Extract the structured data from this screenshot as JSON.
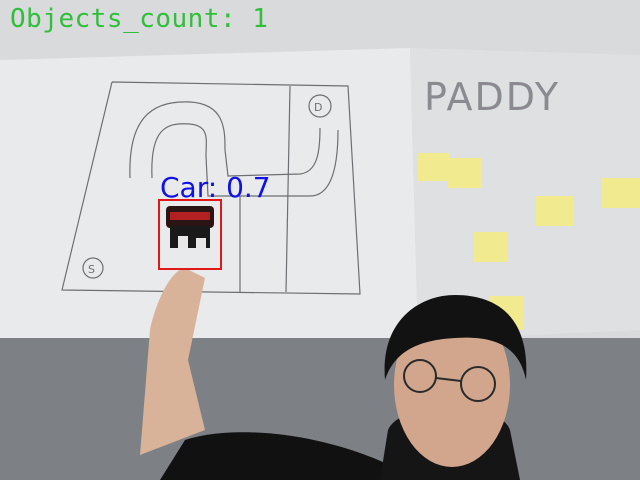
{
  "overlay": {
    "objects_count_text": "Objects_count: 1",
    "detection_label": "Car: 0.7"
  },
  "whiteboard": {
    "title_text": "PADDY",
    "start_marker": "S",
    "destination_marker": "D"
  },
  "colors": {
    "count_text": "#2fbf3a",
    "detection_box": "#e01818",
    "detection_text": "#1010e8"
  }
}
